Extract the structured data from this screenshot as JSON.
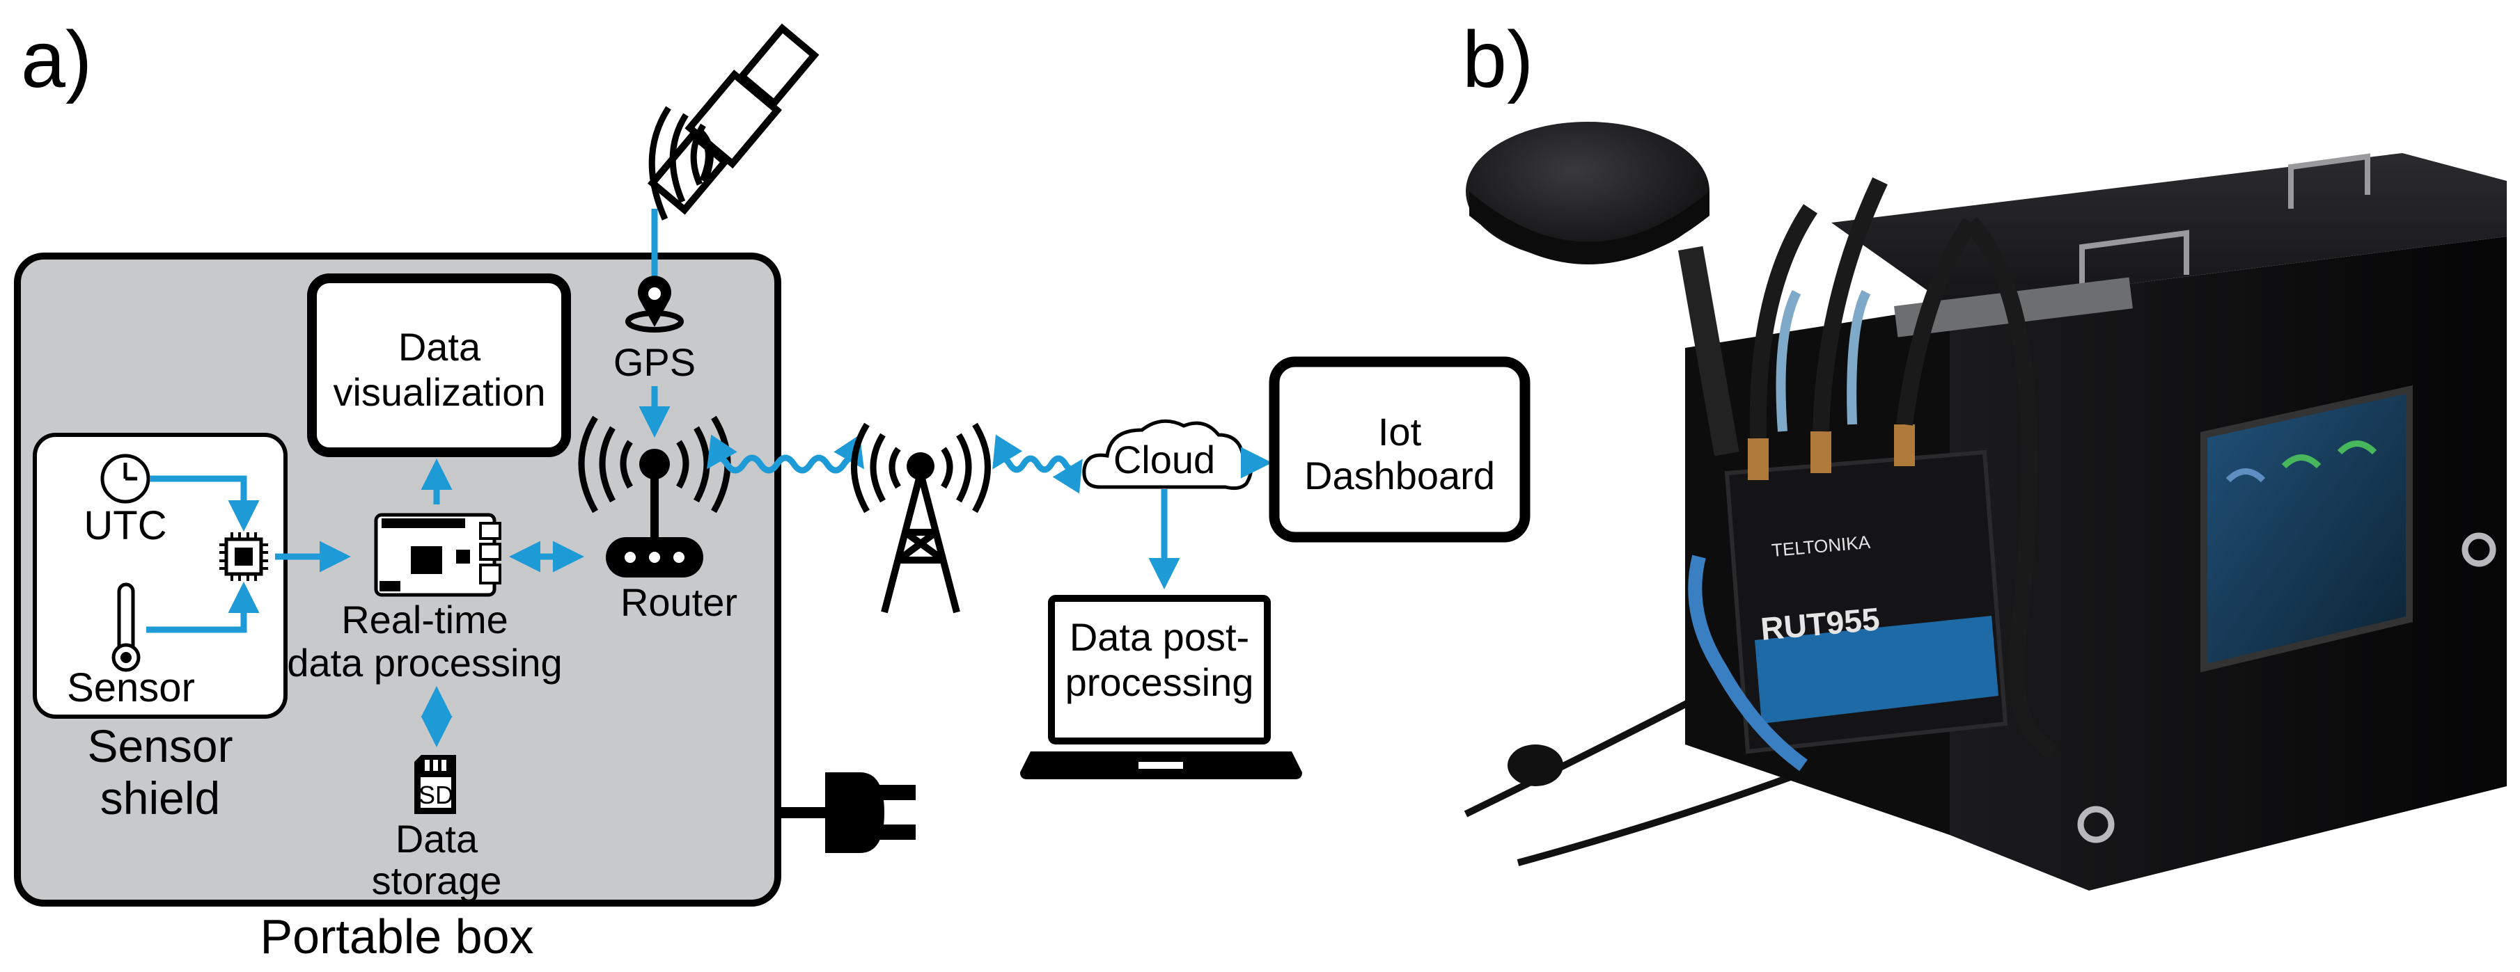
{
  "panels": {
    "a": {
      "label": "a)"
    },
    "b": {
      "label": "b)"
    }
  },
  "diagram": {
    "portable_box": {
      "label": "Portable box"
    },
    "sensor_shield": {
      "label_line1": "Sensor",
      "label_line2": "shield",
      "utc": "UTC",
      "sensor": "Sensor"
    },
    "data_visualization": {
      "line1": "Data",
      "line2": "visualization"
    },
    "real_time": {
      "line1": "Real-time",
      "line2": "data processing"
    },
    "data_storage": {
      "sd": "SD",
      "line1": "Data",
      "line2": "storage"
    },
    "gps": {
      "label": "GPS"
    },
    "router": {
      "label": "Router"
    },
    "cloud": {
      "label": "Cloud"
    },
    "iot_dashboard": {
      "line1": "Iot",
      "line2": "Dashboard"
    },
    "data_post": {
      "line1": "Data post-",
      "line2": "processing"
    },
    "colors": {
      "accent": "#1e9bd7",
      "box_fill": "#c8c9cb",
      "ink": "#000000"
    }
  },
  "photo": {
    "device_brand": "TELTONIKA",
    "device_model": "RUT955"
  }
}
